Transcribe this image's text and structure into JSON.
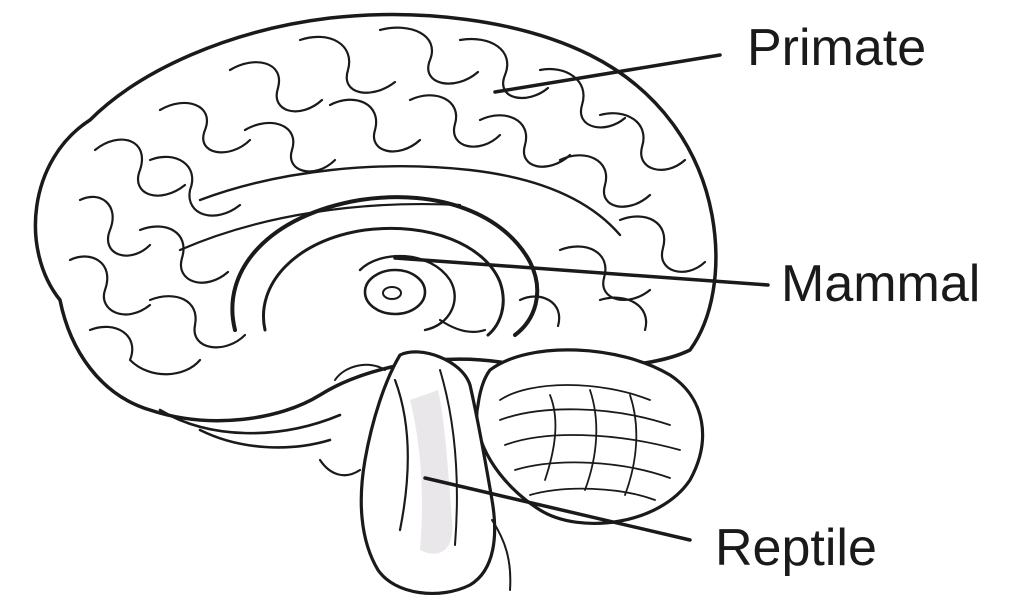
{
  "labels": {
    "primate": "Primate",
    "mammal": "Mammal",
    "reptile": "Reptile"
  },
  "colors": {
    "ink": "#1a1a1a",
    "shade": "#d9d4d8",
    "background": "#ffffff"
  }
}
